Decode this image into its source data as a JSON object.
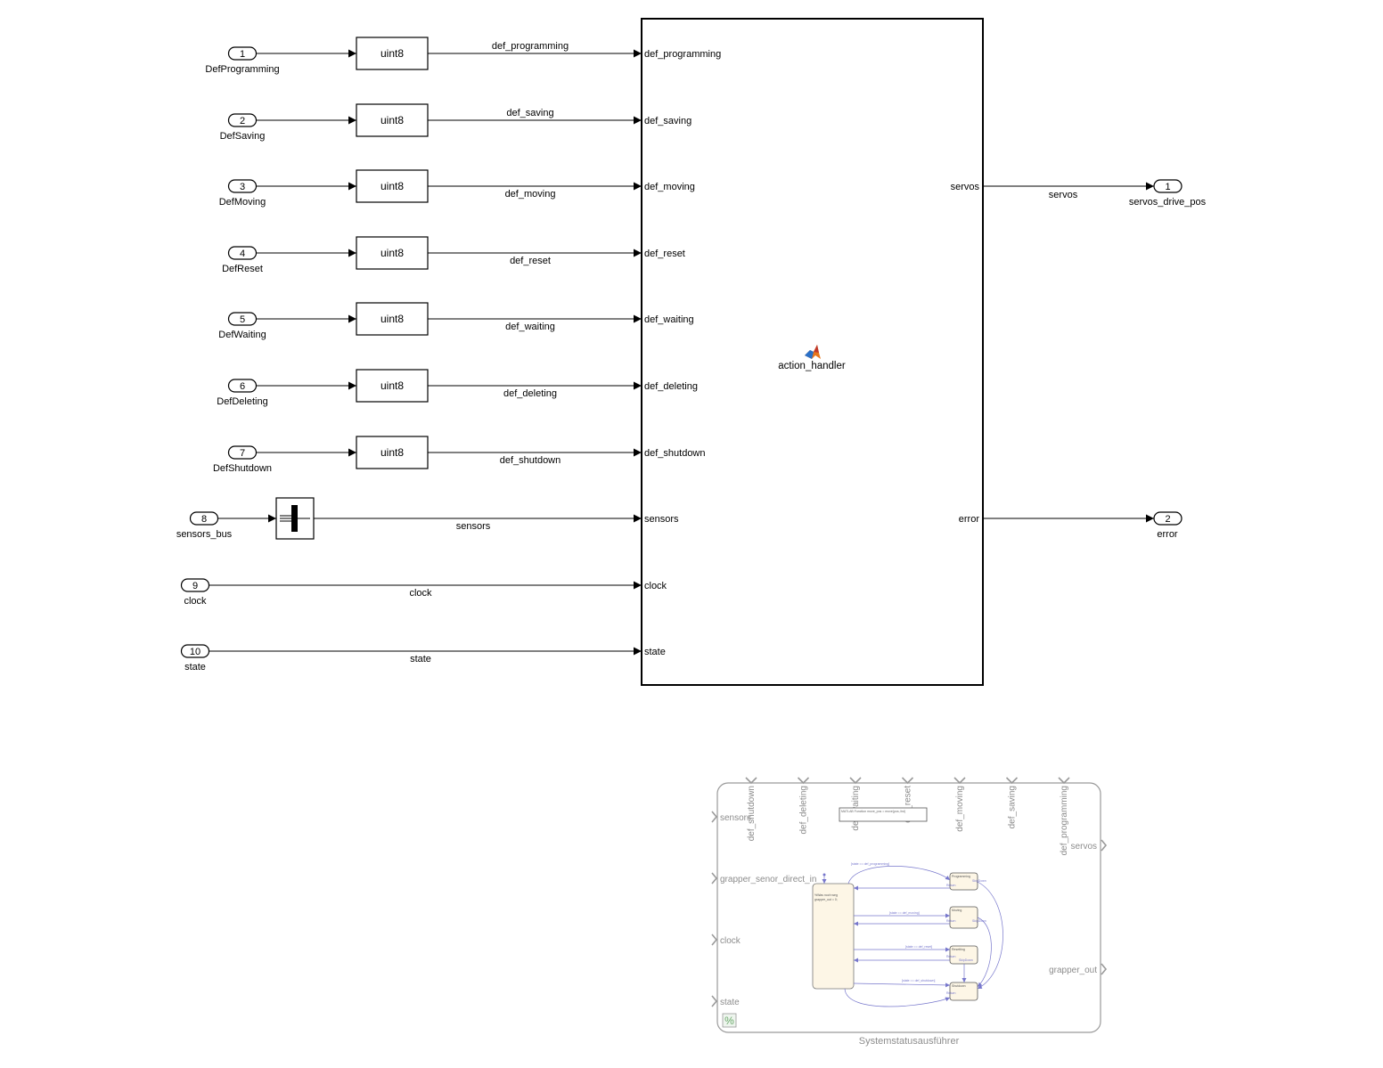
{
  "inports": [
    {
      "num": "1",
      "name": "DefProgramming",
      "signal": "def_programming",
      "conv": "uint8"
    },
    {
      "num": "2",
      "name": "DefSaving",
      "signal": "def_saving",
      "conv": "uint8"
    },
    {
      "num": "3",
      "name": "DefMoving",
      "signal": "def_moving",
      "conv": "uint8"
    },
    {
      "num": "4",
      "name": "DefReset",
      "signal": "def_reset",
      "conv": "uint8"
    },
    {
      "num": "5",
      "name": "DefWaiting",
      "signal": "def_waiting",
      "conv": "uint8"
    },
    {
      "num": "6",
      "name": "DefDeleting",
      "signal": "def_deleting",
      "conv": "uint8"
    },
    {
      "num": "7",
      "name": "DefShutdown",
      "signal": "def_shutdown",
      "conv": "uint8"
    },
    {
      "num": "8",
      "name": "sensors_bus",
      "signal": "sensors",
      "conv": ""
    },
    {
      "num": "9",
      "name": "clock",
      "signal": "clock",
      "conv": ""
    },
    {
      "num": "10",
      "name": "state",
      "signal": "state",
      "conv": ""
    }
  ],
  "main_block": {
    "name": "action_handler",
    "icon": "matlab-function-icon",
    "inputs": [
      "def_programming",
      "def_saving",
      "def_moving",
      "def_reset",
      "def_waiting",
      "def_deleting",
      "def_shutdown",
      "sensors",
      "clock",
      "state"
    ],
    "outputs": [
      "servos",
      "error"
    ]
  },
  "outports": [
    {
      "num": "1",
      "name": "servos_drive_pos",
      "signal": "servos"
    },
    {
      "num": "2",
      "name": "error",
      "signal": ""
    }
  ],
  "chart_block": {
    "name": "Systemstatusausführer",
    "top_inputs": [
      "def_shutdown",
      "def_deleting",
      "def_waiting",
      "def_reset",
      "def_moving",
      "def_saving",
      "def_programming"
    ],
    "left_inputs": [
      "sensors",
      "grapper_senor_direct_in",
      "clock",
      "state"
    ],
    "outputs": [
      "servos",
      "grapper_out"
    ],
    "badge": "%",
    "thumbnail": {
      "function_label": "MATLAB Function  move_pos = move(pos, list)",
      "init_state_text": [
        "%Was noch weg",
        "grapper_out = 0;"
      ],
      "states": [
        "Programming",
        "Moving",
        "Resetting",
        "Shutdown"
      ],
      "guards": [
        "[state == def_programming]",
        "[state == def_moving]",
        "[state == def_reset]",
        "[state == def_shutdown]"
      ],
      "small_labels": [
        "Return",
        "SkipDown"
      ]
    }
  },
  "colors": {
    "line": "#000000",
    "ghost": "#8c8c8c",
    "chart_fill": "#fdf6e6",
    "chart_edge": "#9a9a9a",
    "transition": "#7777cc",
    "matlab_orange": "#e8751a",
    "matlab_blue": "#2a70c8"
  }
}
